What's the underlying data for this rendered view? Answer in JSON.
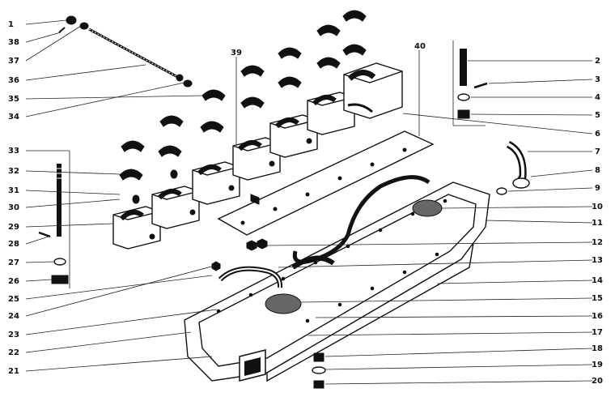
{
  "diagram": {
    "left_callouts": [
      "1",
      "38",
      "37",
      "36",
      "35",
      "34",
      "33",
      "32",
      "31",
      "30",
      "29",
      "28",
      "27",
      "26",
      "25",
      "24",
      "23",
      "22",
      "21"
    ],
    "right_callouts": [
      "2",
      "3",
      "4",
      "5",
      "6",
      "7",
      "8",
      "9",
      "10",
      "11",
      "12",
      "13",
      "14",
      "15",
      "16",
      "17",
      "18",
      "19",
      "20"
    ],
    "top_callouts": [
      "39",
      "40"
    ]
  }
}
